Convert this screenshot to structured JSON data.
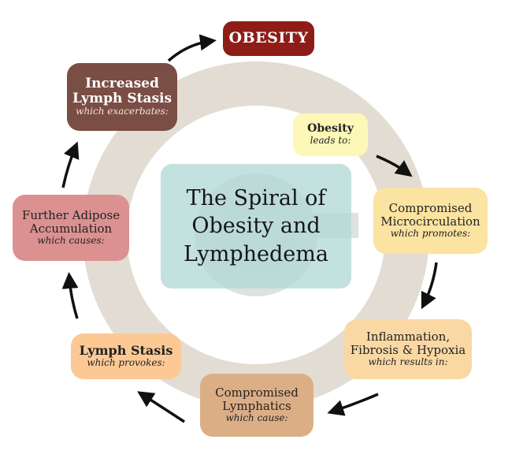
{
  "title": "The Spiral of Obesity and Lymphedema",
  "top_label": "OBESITY",
  "nodes": {
    "obesity_leads": {
      "title": "Obesity",
      "sub": "leads to:"
    },
    "microcirculation": {
      "title": "Compromised Microcirculation",
      "sub": "which promotes:"
    },
    "inflammation": {
      "title": "Inflammation, Fibrosis & Hypoxia",
      "sub": "which results in:"
    },
    "lymphatics": {
      "title": "Compromised Lymphatics",
      "sub": "which cause:"
    },
    "lymph_stasis": {
      "title": "Lymph Stasis",
      "sub": "which provokes:"
    },
    "adipose": {
      "title": "Further Adipose Accumulation",
      "sub": "which causes:"
    },
    "stasis_increased": {
      "title": "Increased Lymph Stasis",
      "sub": "which exacerbates:"
    }
  },
  "colors": {
    "ring": "#e3dcd3",
    "arrow": "#111111",
    "obesity_top": "#8e1c17",
    "title_box": "#b2d8d6"
  }
}
